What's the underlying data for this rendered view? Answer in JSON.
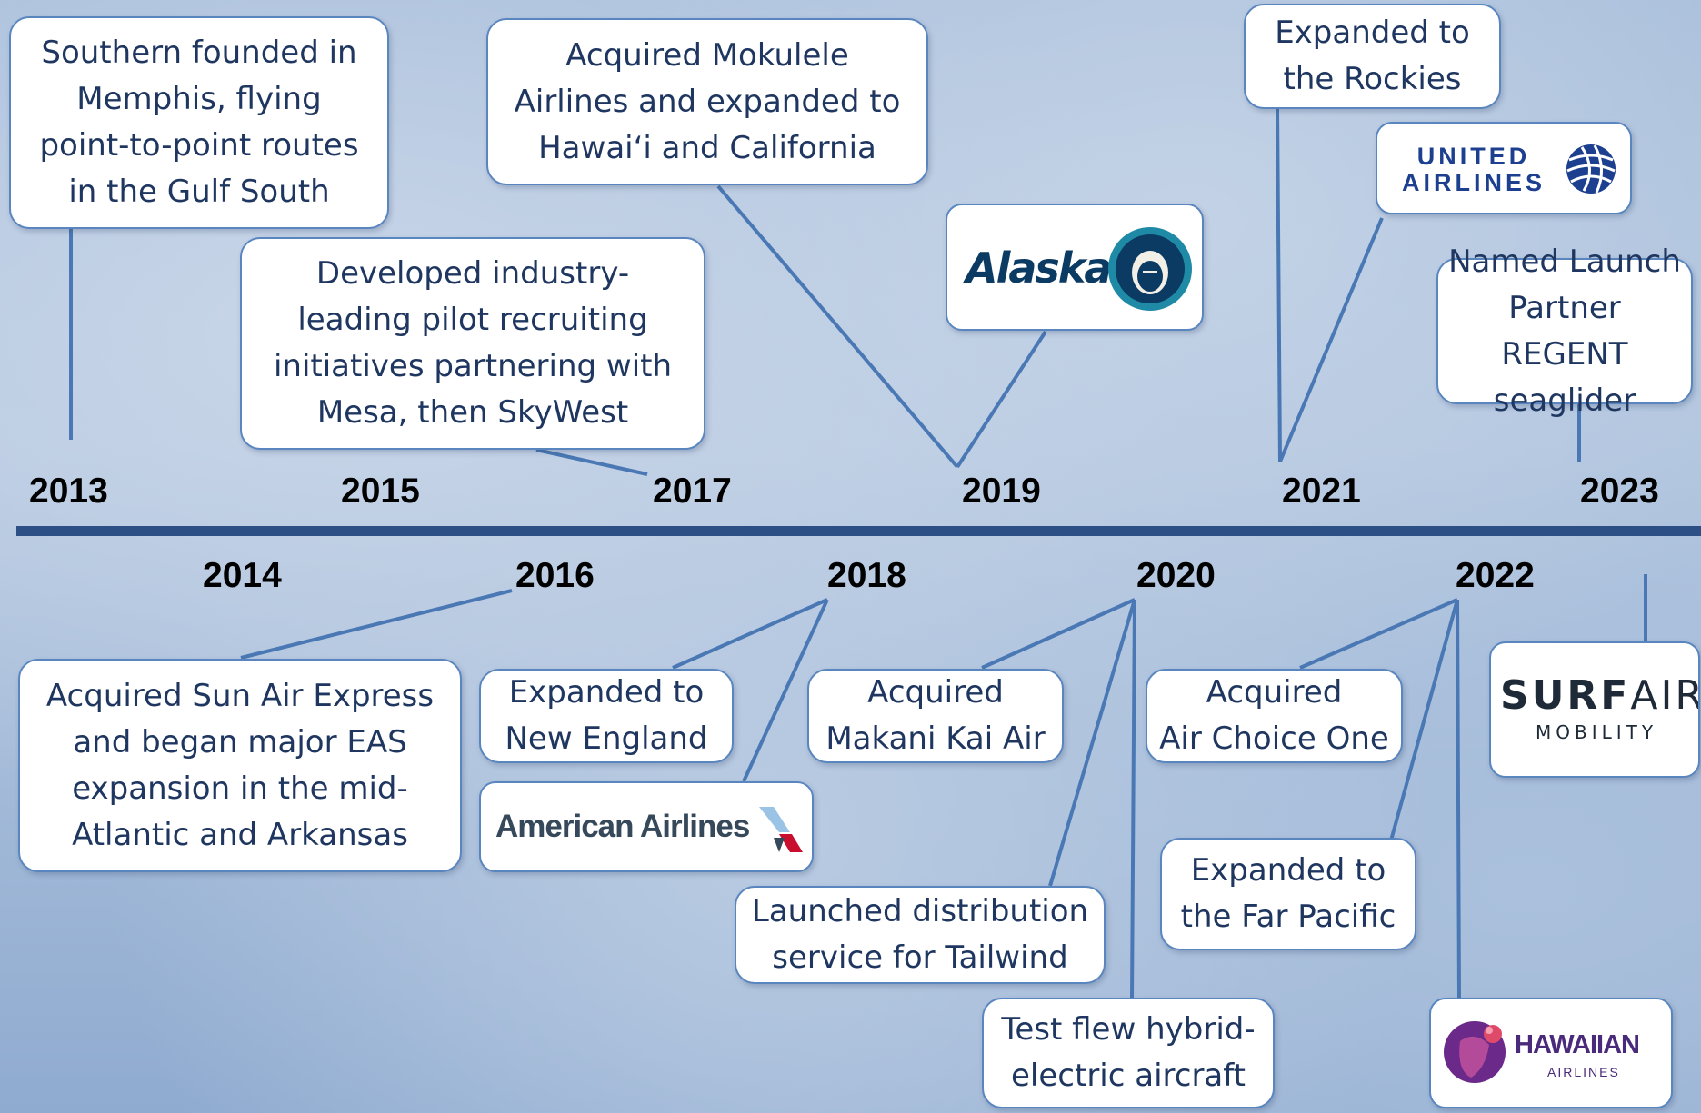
{
  "years": {
    "y2013": "2013",
    "y2014": "2014",
    "y2015": "2015",
    "y2016": "2016",
    "y2017": "2017",
    "y2018": "2018",
    "y2019": "2019",
    "y2020": "2020",
    "y2021": "2021",
    "y2022": "2022",
    "y2023": "2023"
  },
  "events": {
    "e2013": [
      "Southern founded in",
      "Memphis, flying",
      "point-to-point routes",
      "in the Gulf South"
    ],
    "e2017a": [
      "Developed industry-",
      "leading pilot recruiting",
      "initiatives partnering with",
      "Mesa, then SkyWest"
    ],
    "e2019a": [
      "Acquired Mokulele",
      "Airlines and expanded to",
      "Hawai‘i and California"
    ],
    "e2021a": [
      "Expanded to",
      "the Rockies"
    ],
    "e2023a": [
      "Named Launch",
      "Partner REGENT",
      "seaglider"
    ],
    "e2016": [
      "Acquired Sun Air Express",
      "and began major EAS",
      "expansion in the mid-",
      "Atlantic and Arkansas"
    ],
    "e2018a": [
      "Expanded to",
      "New England"
    ],
    "e2020a": [
      "Acquired",
      "Makani Kai Air"
    ],
    "e2020b": [
      "Launched distribution",
      "service for Tailwind"
    ],
    "e2020c": [
      "Test flew hybrid-",
      "electric aircraft"
    ],
    "e2022a": [
      "Acquired",
      "Air Choice One"
    ],
    "e2022b": [
      "Expanded to",
      "the Far Pacific"
    ]
  },
  "logos": {
    "alaska": "Alaska",
    "united_line1": "UNITED",
    "united_line2": "AIRLINES",
    "american": "American Airlines",
    "surf_bold": "SURF",
    "surf_light": "AIR",
    "surf_sub": "MOBILITY",
    "hawaiian": "HAWAIIAN",
    "hawaiian_sub": "AIRLINES"
  },
  "colors": {
    "timeline": "#2c4f86",
    "connector": "#4a78b4",
    "box_text": "#1f3760",
    "box_border": "#5a86c0"
  }
}
